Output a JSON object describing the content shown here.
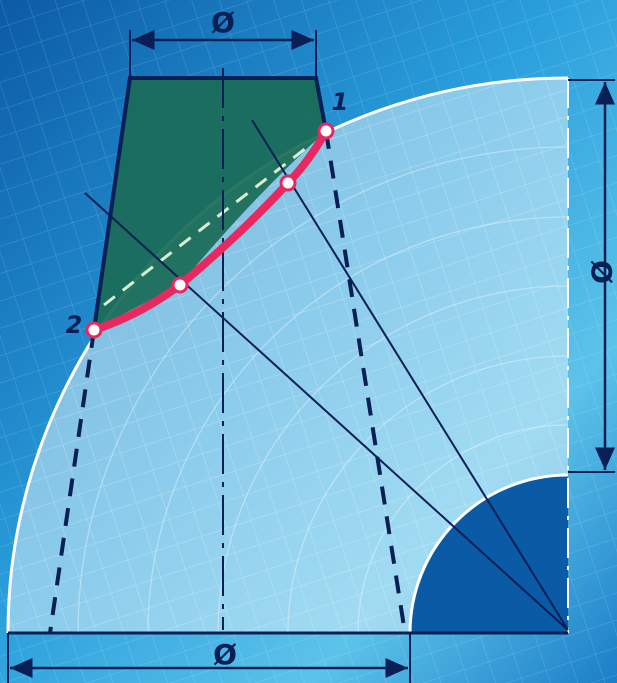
{
  "colors": {
    "background_dark": "#0b5aa6",
    "background_light": "#5cc3ea",
    "quarter_fill": "#d8eef8",
    "trapezoid_fill": "#1a6b56",
    "outline": "#0a1f55",
    "curve": "#e8285e",
    "dashed_light": "#d9efd2",
    "white_line": "#ffffff"
  },
  "labels": {
    "diameter_top": "Ø",
    "diameter_right": "Ø",
    "diameter_bottom": "Ø",
    "point_1": "1",
    "point_2": "2"
  }
}
